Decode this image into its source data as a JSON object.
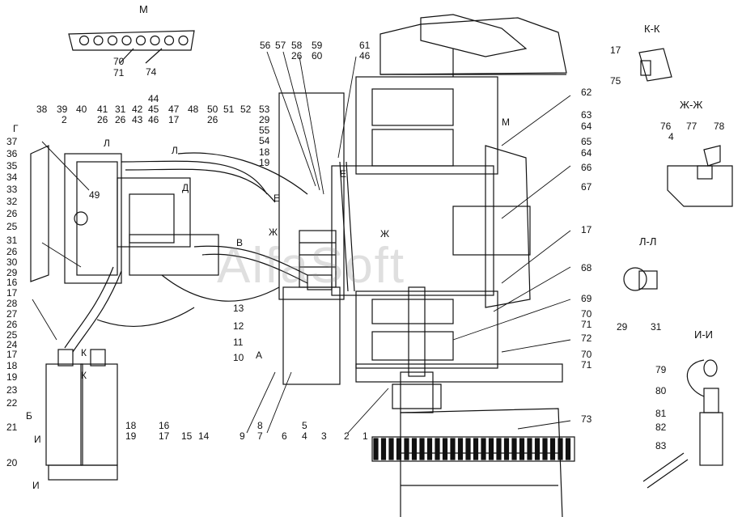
{
  "watermark": "AlfaSoft",
  "section_titles": {
    "m": "М",
    "kk": "К-К",
    "zhzh": "Ж-Ж",
    "ll": "Л-Л",
    "ii": "И-И"
  },
  "view_markers": {
    "g": "Г",
    "l1": "Л",
    "l2": "Л",
    "d": "Д",
    "e1": "Е",
    "e2": "Е",
    "zh1": "Ж",
    "zh2": "Ж",
    "v": "В",
    "a": "А",
    "m_arrow": "М",
    "k1": "К",
    "k2": "К",
    "b": "Б",
    "i1": "И",
    "i2": "И"
  },
  "callouts": {
    "c70": "70",
    "c71": "71",
    "c74": "74",
    "c56": "56",
    "c57": "57",
    "c58": "58",
    "c26a": "26",
    "c59": "59",
    "c60": "60",
    "c61": "61",
    "c46a": "46",
    "c62": "62",
    "c63": "63",
    "c64a": "64",
    "c65": "65",
    "c64b": "64",
    "c66": "66",
    "c67": "67",
    "c17r": "17",
    "c68": "68",
    "c69": "69",
    "c70r": "70",
    "c71r": "71",
    "c72": "72",
    "c70r2": "70",
    "c71r2": "71",
    "c73": "73",
    "c38": "38",
    "c39": "39",
    "c2": "2",
    "c40": "40",
    "c41": "41",
    "c26b": "26",
    "c31a": "31",
    "c26c": "26",
    "c42": "42",
    "c43": "43",
    "c44": "44",
    "c45": "45",
    "c46b": "46",
    "c47": "47",
    "c17b": "17",
    "c48": "48",
    "c50": "50",
    "c26d": "26",
    "c51": "51",
    "c52": "52",
    "c53": "53",
    "c29a": "29",
    "c55": "55",
    "c54": "54",
    "c18a": "18",
    "c19a": "19",
    "c37": "37",
    "c36": "36",
    "c35": "35",
    "c34": "34",
    "c33": "33",
    "c32": "32",
    "c26e": "26",
    "c25a": "25",
    "c31b": "31",
    "c26f": "26",
    "c30": "30",
    "c29b": "29",
    "c16a": "16",
    "c17c": "17",
    "c28": "28",
    "c27": "27",
    "c26g": "26",
    "c25b": "25",
    "c24": "24",
    "c17d": "17",
    "c18b": "18",
    "c19b": "19",
    "c23": "23",
    "c22": "22",
    "c21": "21",
    "c20": "20",
    "c49": "49",
    "c13": "13",
    "c12": "12",
    "c11": "11",
    "c10": "10",
    "c18c": "18",
    "c19c": "19",
    "c16b": "16",
    "c17e": "17",
    "c15": "15",
    "c14": "14",
    "c9": "9",
    "c8": "8",
    "c7": "7",
    "c6": "6",
    "c5": "5",
    "c4": "4",
    "c3": "3",
    "c2b": "2",
    "c1": "1",
    "c17kk": "17",
    "c75": "75",
    "c76": "76",
    "c4zh": "4",
    "c77": "77",
    "c78": "78",
    "c29ll": "29",
    "c31ll": "31",
    "c79": "79",
    "c80": "80",
    "c81": "81",
    "c82": "82",
    "c83": "83"
  }
}
